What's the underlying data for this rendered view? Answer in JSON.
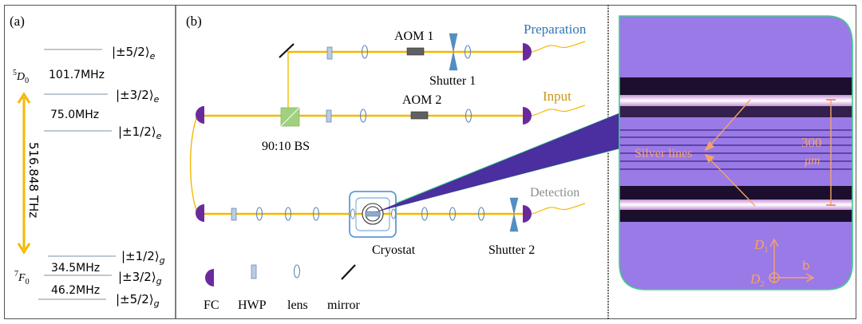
{
  "panel_a": {
    "label": "(a)",
    "excited_manifold": "5D0",
    "excited_sup": "5",
    "excited_main": "D",
    "excited_sub": "0",
    "ground_sup": "7",
    "ground_main": "F",
    "ground_sub": "0",
    "transition_freq": "516.848 THz",
    "excited_levels": [
      {
        "label_core": "|±5/2⟩",
        "sub": "e"
      },
      {
        "label_core": "|±3/2⟩",
        "sub": "e"
      },
      {
        "label_core": "|±1/2⟩",
        "sub": "e"
      }
    ],
    "excited_splittings": [
      "101.7MHz",
      "75.0MHz"
    ],
    "ground_levels": [
      {
        "label_core": "|±1/2⟩",
        "sub": "g"
      },
      {
        "label_core": "|±3/2⟩",
        "sub": "g"
      },
      {
        "label_core": "|±5/2⟩",
        "sub": "g"
      }
    ],
    "ground_splittings": [
      "34.5MHz",
      "46.2MHz"
    ]
  },
  "panel_b": {
    "label": "(b)",
    "aom1": "AOM 1",
    "aom2": "AOM 2",
    "shutter1": "Shutter 1",
    "shutter2": "Shutter 2",
    "bs": "90:10 BS",
    "cryostat": "Cryostat",
    "port_preparation": "Preparation",
    "port_input": "Input",
    "port_detection": "Detection",
    "legend": [
      "FC",
      "HWP",
      "lens",
      "mirror"
    ]
  },
  "panel_c": {
    "annotation": "Silver lines",
    "scale_value": "300",
    "scale_unit": "μm",
    "axis_d1": "D",
    "axis_d1_sub": "1",
    "axis_d2": "D",
    "axis_d2_sub": "2",
    "axis_b": "b"
  },
  "colors": {
    "beam": "#f5b800",
    "fc": "#6a2a9c",
    "hwp_fill": "#b8cce4",
    "hwp_stroke": "#6d8db0",
    "lens": "#5d88b8",
    "aom": "#606060",
    "shutter": "#4f8fc8",
    "bs": "#9fd17f",
    "cryo": "#5b9bd5",
    "preparation": "#2e75b6",
    "input": "#c9961a",
    "detection": "#8c8c8c",
    "level_line": "#9aa8b4",
    "micrograph_bg": "#9a7ae6",
    "micrograph_border": "#3ecf8e",
    "annotation": "#f4a46a",
    "wedge": "#4b2ea0"
  }
}
